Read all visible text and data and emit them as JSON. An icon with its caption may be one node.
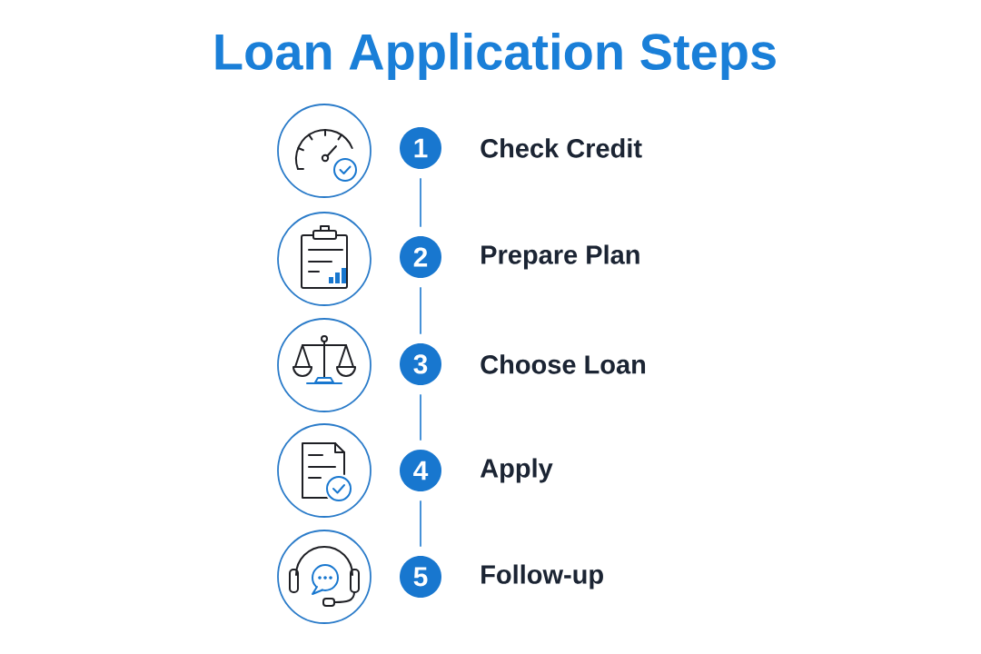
{
  "diagram": {
    "title": "Loan Application Steps",
    "nodes": [
      {
        "text": [
          "1"
        ],
        "beside": [
          "Check Credit"
        ]
      },
      {
        "text": [
          "2"
        ],
        "beside": [
          "Prepare Plan"
        ]
      },
      {
        "text": [
          "3"
        ],
        "beside": [
          "Choose Loan"
        ]
      },
      {
        "text": [
          "4"
        ],
        "beside": [
          "Apply"
        ]
      },
      {
        "text": [
          "5"
        ],
        "beside": [
          "Follow-up"
        ]
      }
    ],
    "edges": [
      {
        "from": 0,
        "to": 1,
        "arrow": "none"
      },
      {
        "from": 1,
        "to": 2,
        "arrow": "none"
      },
      {
        "from": 2,
        "to": 3,
        "arrow": "none"
      },
      {
        "from": 3,
        "to": 4,
        "arrow": "none"
      }
    ]
  }
}
